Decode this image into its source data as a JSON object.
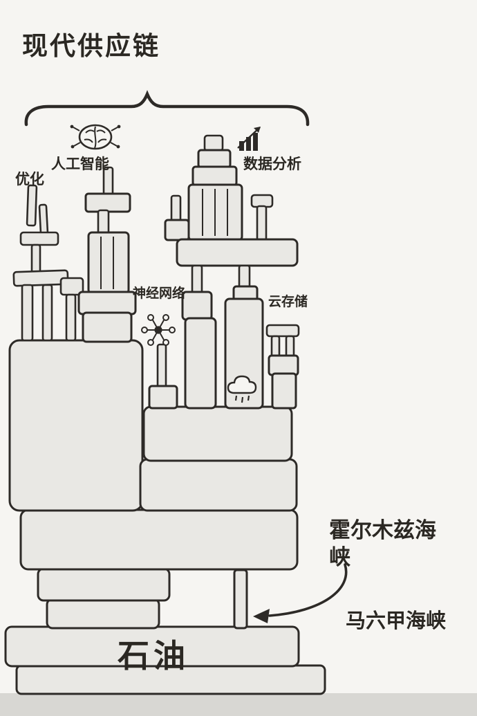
{
  "title": "现代供应链",
  "diagram": {
    "labels": {
      "optimization": "优化",
      "ai": "人工智能",
      "data_analysis": "数据分析",
      "neural_network": "神经网络",
      "cloud_storage": "云存储",
      "strait_of_hormuz": "霍尔木兹海峡",
      "strait_of_malacca": "马六甲海峡",
      "oil": "石油"
    },
    "icons": [
      "brain-icon",
      "bar-chart-icon",
      "molecule-icon",
      "cloud-icon"
    ],
    "colors": {
      "background": "#f6f5f2",
      "ink": "#2d2a27",
      "block_fill": "#e9e8e4",
      "ground": "#d8d7d3"
    }
  }
}
